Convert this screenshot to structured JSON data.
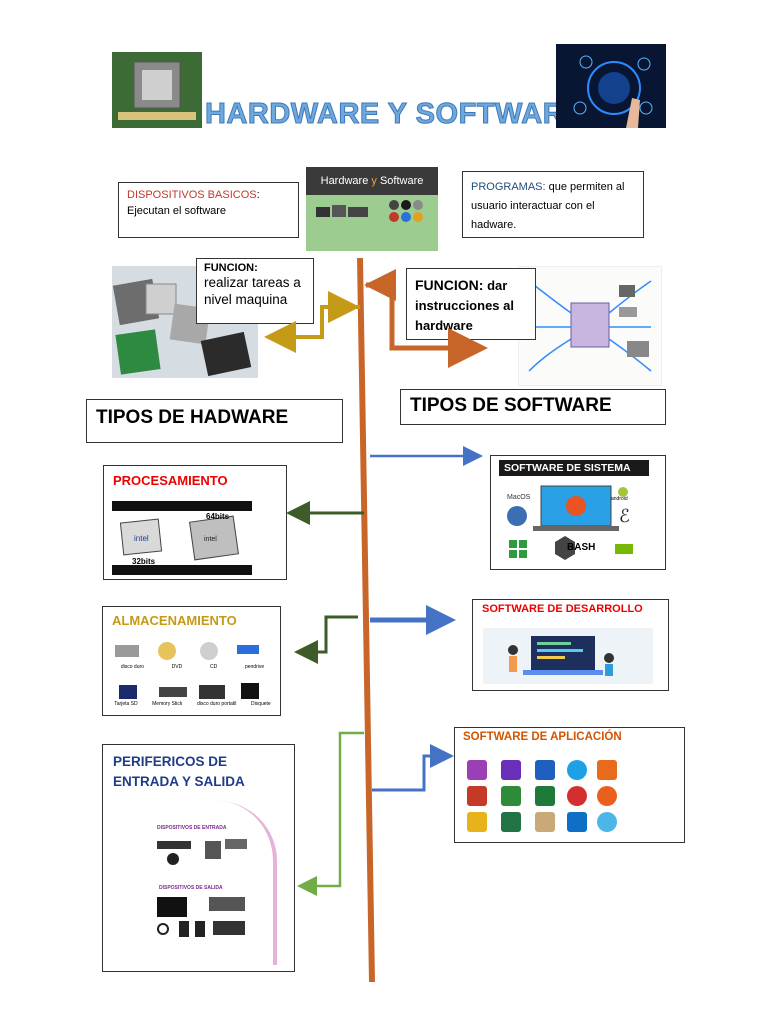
{
  "title": "HARDWARE Y SOFTWARE",
  "center_banner": {
    "line1": "Hardware",
    "connector": "y",
    "line2": "Software"
  },
  "dispositivos": {
    "label": "DISPOSITIVOS BASICOS",
    "suffix": ":",
    "text": "Ejecutan el software"
  },
  "programas": {
    "label": "PROGRAMAS:",
    "text": " que permiten al usuario interactuar con el hadware."
  },
  "funcion_hw": {
    "label": "FUNCION:",
    "text": "realizar tareas a nivel maquina"
  },
  "funcion_sw": {
    "label": "FUNCION:",
    "text_first": "dar",
    "text_rest": "instrucciones al hardware"
  },
  "tipos_hw": "TIPOS DE HADWARE",
  "tipos_sw": "TIPOS DE SOFTWARE",
  "procesamiento": {
    "label": "PROCESAMIENTO",
    "bits64": "64bits",
    "bits32": "32bits"
  },
  "almacenamiento": {
    "label": "ALMACENAMIENTO",
    "row1": [
      "disco duro",
      "DVD",
      "CD",
      "pendrive"
    ],
    "row2": [
      "Tarjeta SD",
      "Memory Stick",
      "disco duro portatil",
      "Disquete"
    ]
  },
  "perifericos": {
    "label_line1": "PERIFERICOS DE",
    "label_line2": "ENTRADA Y SALIDA",
    "entrada": "DISPOSITIVOS DE ENTRADA",
    "salida": "DISPOSITIVOS DE SALIDA"
  },
  "sw_sistema": {
    "label": "SOFTWARE DE SISTEMA",
    "macos": "MacOS",
    "bash": "BASH",
    "android": "android"
  },
  "sw_desarrollo": {
    "label": "SOFTWARE DE DESARROLLO"
  },
  "sw_aplicacion": {
    "label": "SOFTWARE DE APLICACIÓN"
  },
  "colors": {
    "spine": "#c8662a",
    "blue_arrow": "#4472c4",
    "green_dark": "#3d5c2a",
    "green_light": "#70ad47",
    "gold": "#c49a17",
    "orange": "#c8662a"
  }
}
